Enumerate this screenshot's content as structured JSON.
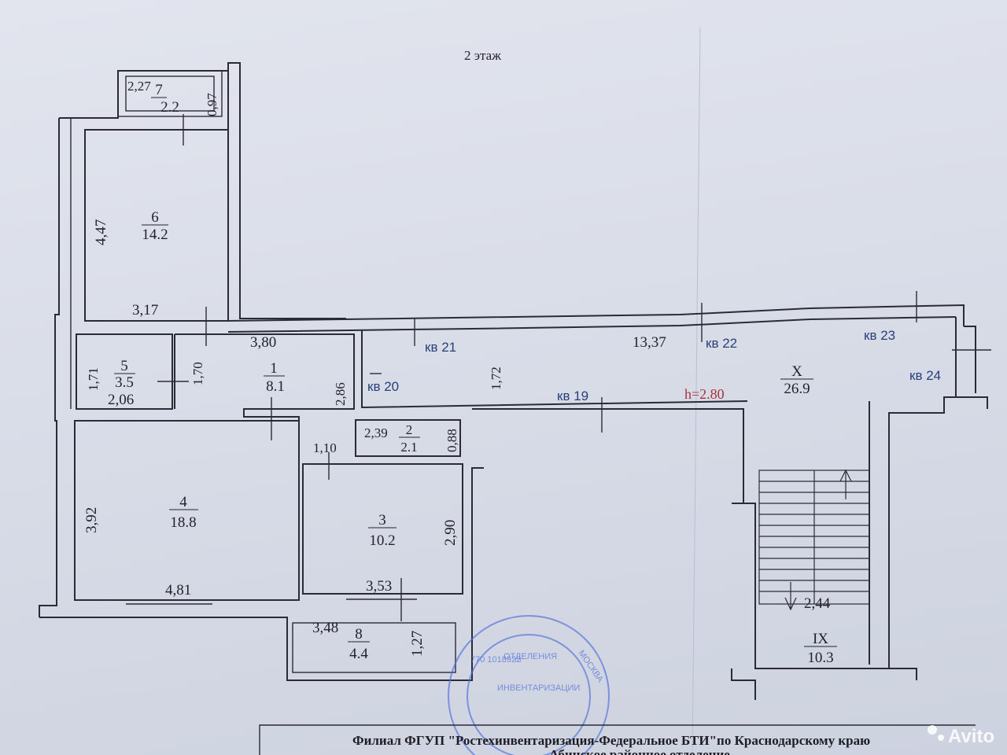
{
  "floor_title": "2 этаж",
  "rooms": [
    {
      "num": "7",
      "area": "2.2"
    },
    {
      "num": "6",
      "area": "14.2"
    },
    {
      "num": "5",
      "area": "3.5"
    },
    {
      "num": "1",
      "area": "8.1"
    },
    {
      "num": "2",
      "area": "2.1"
    },
    {
      "num": "4",
      "area": "18.8"
    },
    {
      "num": "3",
      "area": "10.2"
    },
    {
      "num": "8",
      "area": "4.4"
    },
    {
      "num": "X",
      "area": "26.9"
    },
    {
      "num": "IX",
      "area": "10.3"
    }
  ],
  "dimensions": [
    "2,27",
    "0,97",
    "4,47",
    "3,17",
    "1,71",
    "1,70",
    "2,06",
    "3,80",
    "2,86",
    "1,72",
    "13,37",
    "2,39",
    "0,88",
    "1,10",
    "3,92",
    "4,81",
    "2,90",
    "3,53",
    "3,48",
    "1,27",
    "2,44"
  ],
  "apartments": [
    "кв 21",
    "кв 22",
    "кв 23",
    "кв 24",
    "кв 20",
    "кв 19"
  ],
  "ceiling_height": "h=2.80",
  "footer_line1": "Филиал ФГУП \"Ростехинвентаризация-Федеральное БТИ\"по Краснодарскому краю",
  "footer_line2": "Абинское районное отделение",
  "stamp_text": [
    "МОСКВА",
    "ОТДЕЛЕНИЯ",
    "ИНВЕНТАРИЗАЦИИ",
    "770 1018922"
  ],
  "watermark": "Avito"
}
